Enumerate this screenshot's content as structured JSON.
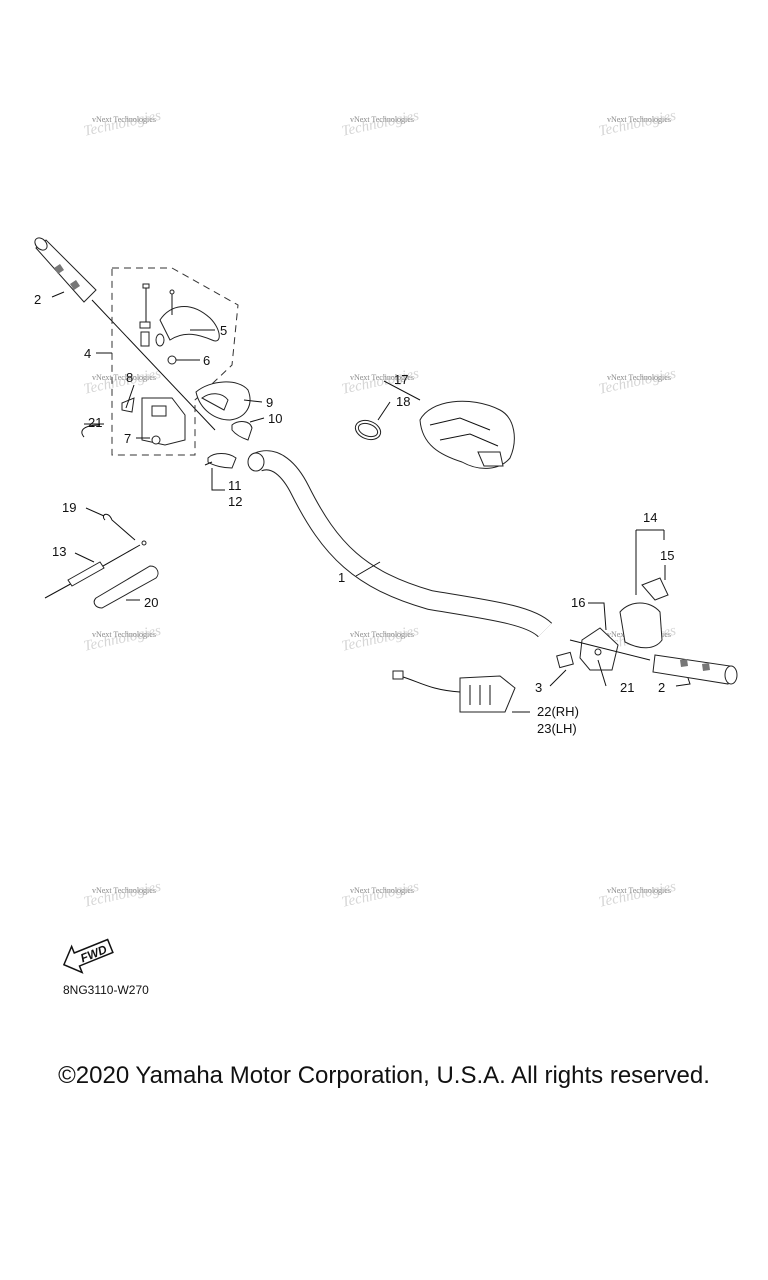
{
  "watermark": "vNext Technologies",
  "callouts": {
    "c1": "1",
    "c2a": "2",
    "c2b": "2",
    "c3": "3",
    "c4": "4",
    "c5": "5",
    "c6": "6",
    "c7": "7",
    "c8": "8",
    "c9": "9",
    "c10": "10",
    "c11": "11",
    "c12": "12",
    "c13": "13",
    "c14": "14",
    "c15": "15",
    "c16": "16",
    "c17": "17",
    "c18": "18",
    "c19": "19",
    "c20": "20",
    "c21a": "21",
    "c21b": "21",
    "c22": "22(RH)",
    "c23": "23(LH)"
  },
  "fwd_label": "FWD",
  "diagram_code": "8NG3110-W270",
  "copyright": "©2020 Yamaha Motor Corporation, U.S.A. All rights reserved."
}
